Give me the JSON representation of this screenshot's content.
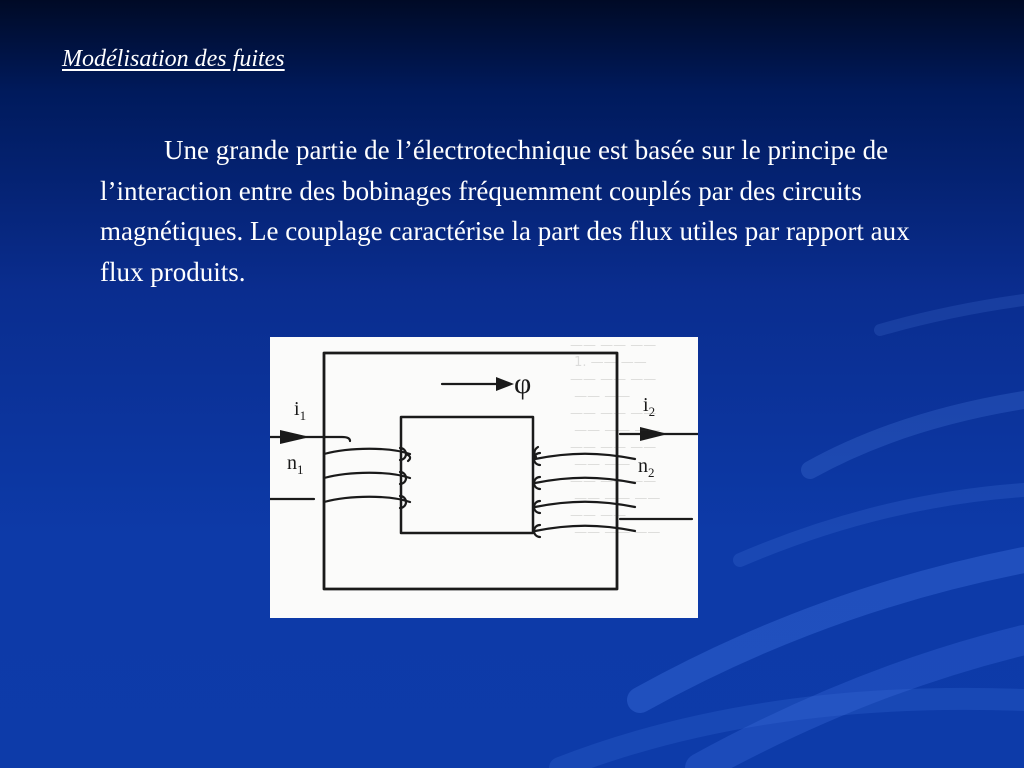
{
  "slide": {
    "title": "Modélisation des fuites",
    "body": "Une grande partie de l’électrotechnique est basée sur le principe de l’interaction entre des bobinages fréquemment couplés par des circuits magnétiques. Le couplage caractérise la part des flux utiles par rapport aux flux produits."
  },
  "figure": {
    "phi_label": "φ",
    "i1": {
      "base": "i",
      "sub": "1"
    },
    "n1": {
      "base": "n",
      "sub": "1"
    },
    "i2": {
      "base": "i",
      "sub": "2"
    },
    "n2": {
      "base": "n",
      "sub": "2"
    },
    "primary_turns": 3,
    "secondary_turns": 4
  },
  "colors": {
    "background_top": "#000a26",
    "background_main": "#0d3aa8",
    "text": "#ffffff",
    "figure_background": "#fbfbfa",
    "ink": "#1a1a1a"
  }
}
